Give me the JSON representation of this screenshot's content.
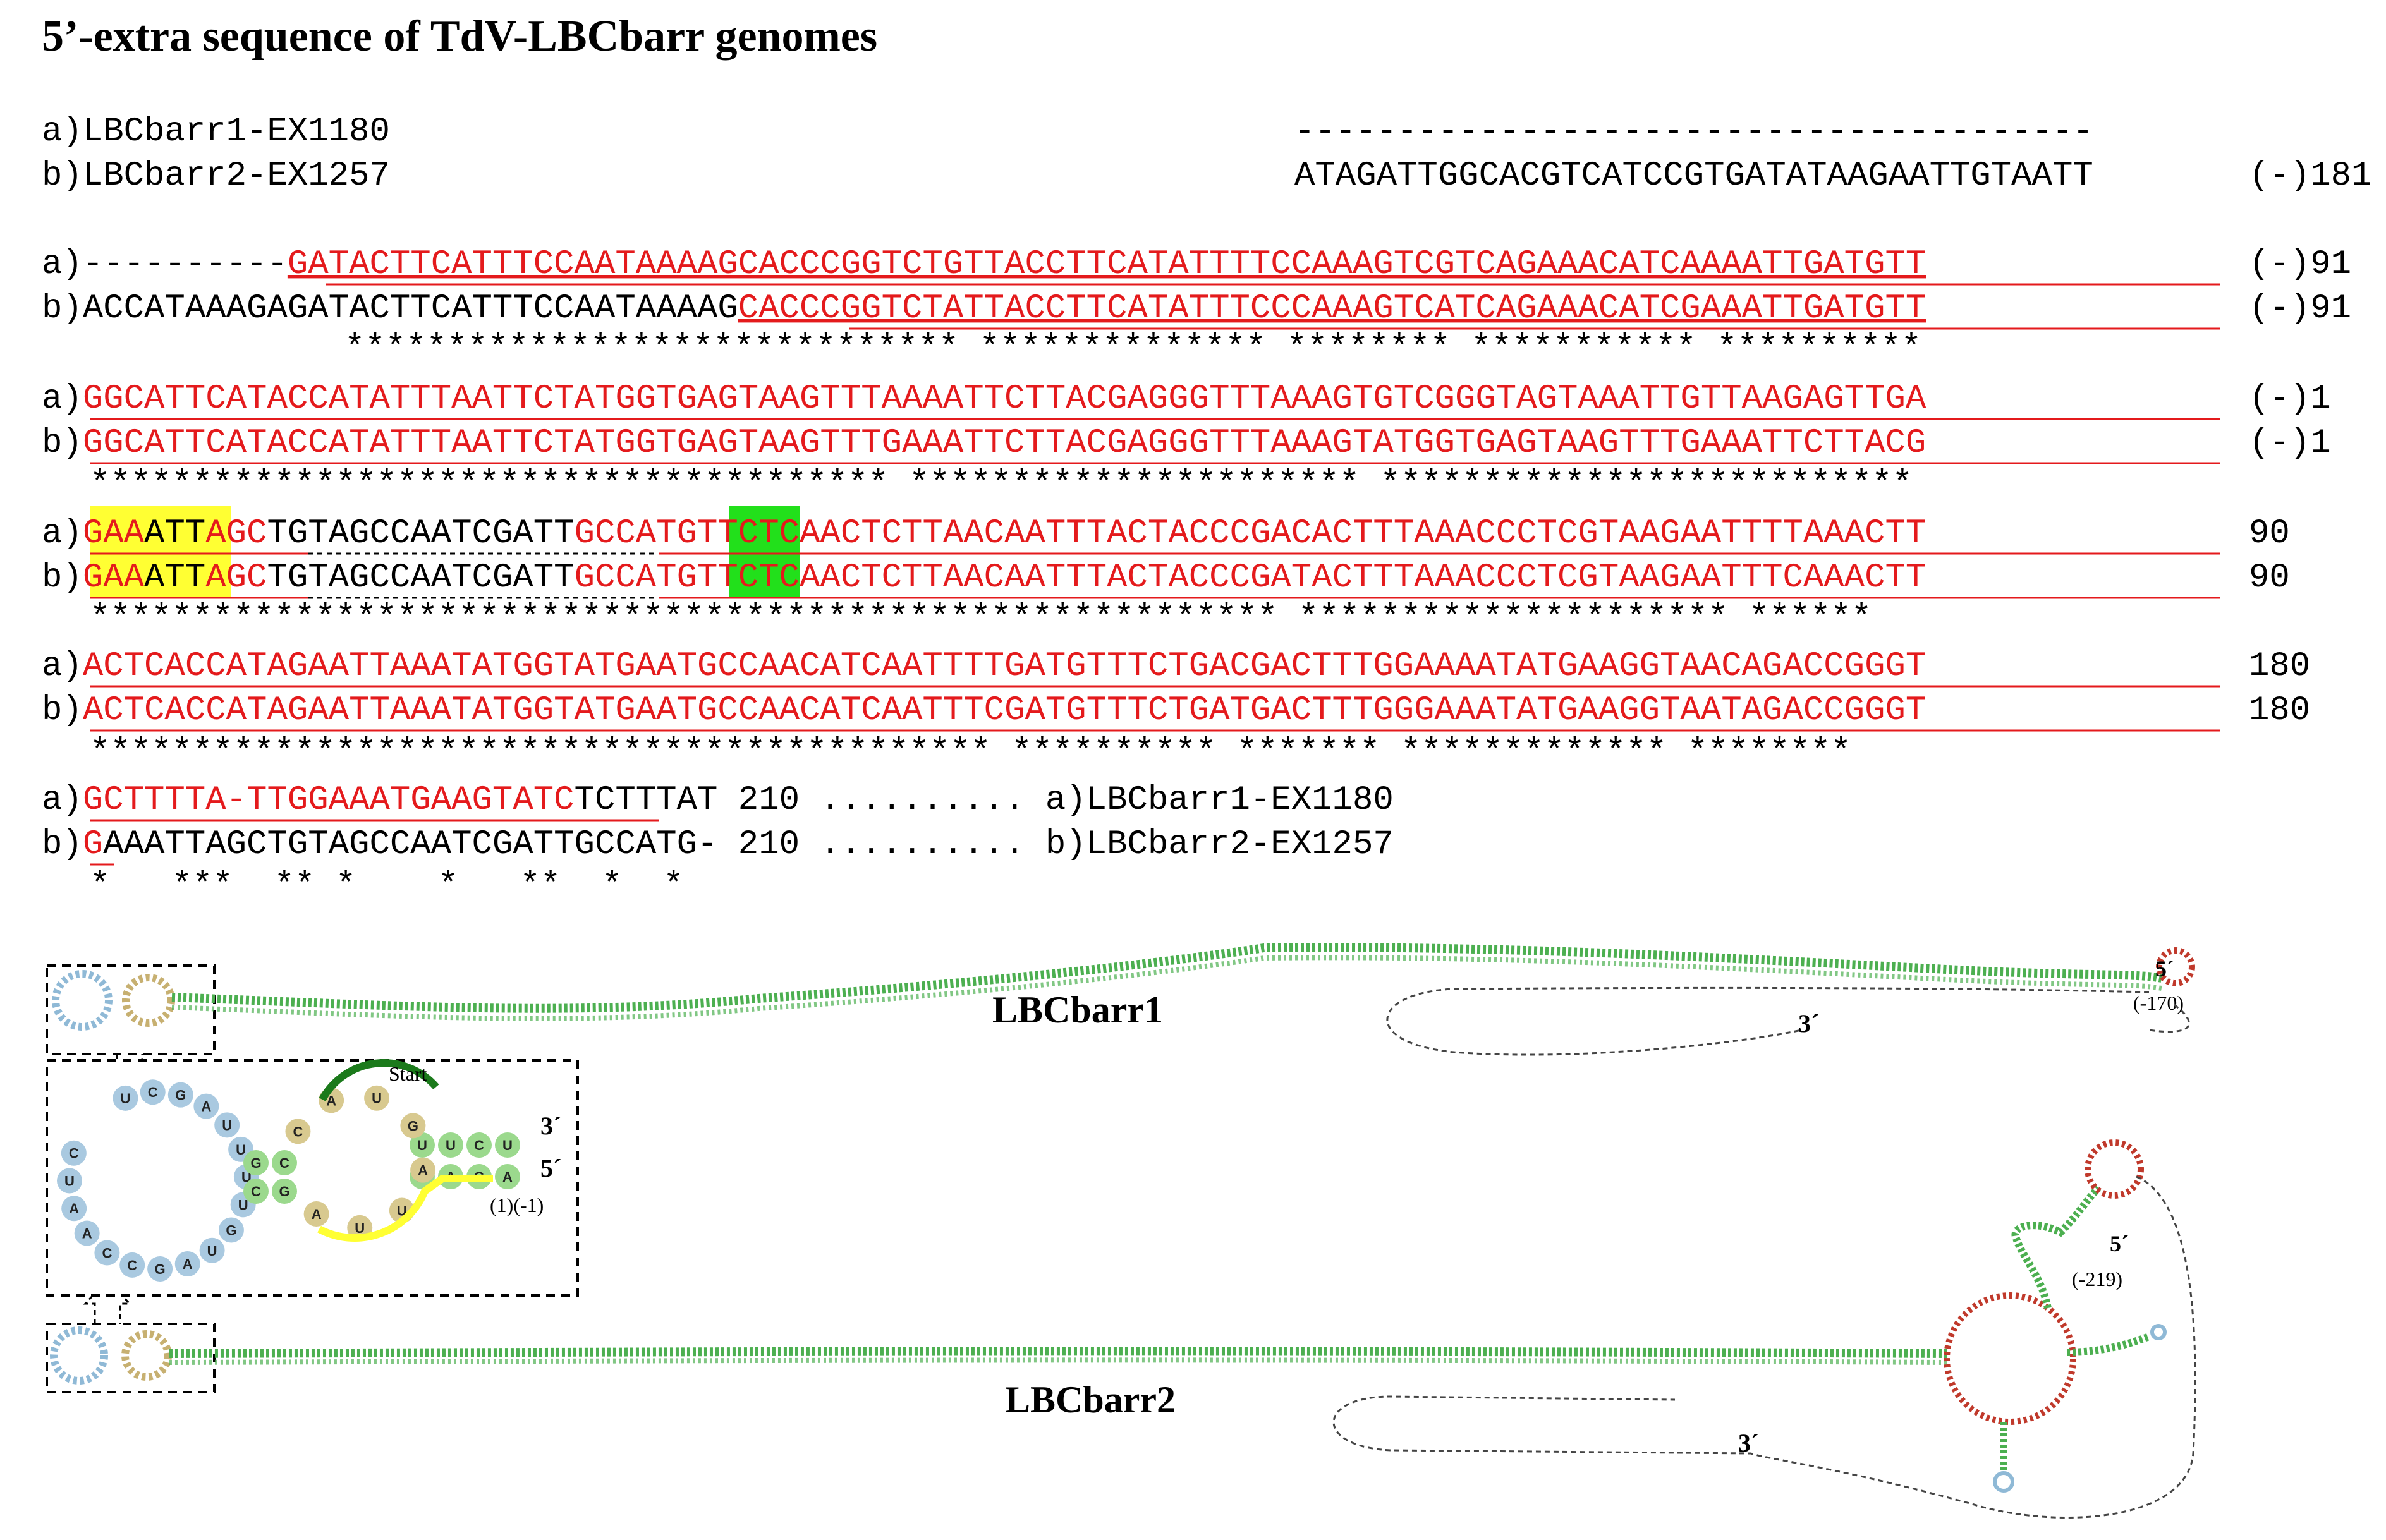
{
  "title": "5’-extra sequence of TdV-LBCbarr genomes",
  "colors": {
    "red": "#e41a1c",
    "yellow": "#ffff33",
    "green": "#22e01b",
    "stem_green": "#4caf50",
    "loop_blue": "#8fb9d6",
    "loop_tan": "#c7b071",
    "loop_red": "#c0392b",
    "start_arc": "#1b7a1b"
  },
  "alignment": {
    "block0": {
      "a_label": "a)LBCbarr1-EX1180",
      "b_label": "b)LBCbarr2-EX1257",
      "a_seq": "---------------------------------------",
      "b_seq": "ATAGATTGGCACGTCATCCGTGATATAAGAATTGTAATT",
      "b_pos": "(-)181"
    },
    "block1": {
      "a_prefix": "a)",
      "b_prefix": "b)",
      "a_plain": "----------",
      "a_red": "GATACTTCATTTCCAATAAAAGCACCCGGTCTGTTACCTTCATATTTTCCAAAGTCGTCAGAAACATCAAAATTGATGTT",
      "b_plain": "ACCATAAAGAGATACTTCATTTCCAATAAAAG",
      "b_red": "CACCCGGTCTATTACCTTCATATTTCCCAAAGTCATCAGAAACATCGAAATTGATGTT",
      "a_pos": "(-)91",
      "b_pos": "(-)91",
      "stars": "****************************** ************** ******** *********** **********"
    },
    "block2": {
      "a_prefix": "a)",
      "b_prefix": "b)",
      "a_red": "GGCATTCATACCATATTTAATTCTATGGTGAGTAAGTTTAAAATTCTTACGAGGGTTTAAAGTGTCGGGTAGTAAATTGTTAAGAGTTGA",
      "b_red": "GGCATTCATACCATATTTAATTCTATGGTGAGTAAGTTTGAAATTCTTACGAGGGTTTAAAGTATGGTGAGTAAGTTTGAAATTCTTACG",
      "a_pos": "(-)1",
      "b_pos": "(-)1",
      "stars": "*************************************** ********************** **************************"
    },
    "block3": {
      "a_prefix": "a)",
      "b_prefix": "b)",
      "seg_gaa": "GAA",
      "seg_att": "ATT",
      "seg_agc": "AGC",
      "seg_mid": "TGTAGCCAATCGATT",
      "seg_gcc": "GCC",
      "seg_atg": "ATG",
      "a_tail": "TTCTCAACTCTTAACAATTTACTACCCGACACTTTAAACCCTCGTAAGAATTTTAAACTT",
      "b_tail": "TTCTCAACTCTTAACAATTTACTACCCGATACTTTAAACCCTCGTAAGAATTTCAAACTT",
      "a_pos": "90",
      "b_pos": "90",
      "stars": "********************************************************** ********************* ******"
    },
    "block4": {
      "a_prefix": "a)",
      "b_prefix": "b)",
      "a_red": "ACTCACCATAGAATTAAATATGGTATGAATGCCAACATCAATTTTGATGTTTCTGACGACTTTGGAAAATATGAAGGTAACAGACCGGGT",
      "b_red": "ACTCACCATAGAATTAAATATGGTATGAATGCCAACATCAATTTCGATGTTTCTGATGACTTTGGGAAATATGAAGGTAATAGACCGGGT",
      "a_pos": "180",
      "b_pos": "180",
      "stars": "******************************************** ********** ******* ************* ********"
    },
    "block5": {
      "a_prefix": "a)",
      "b_prefix": "b)",
      "a_red": "GCTTTTA-TTGGAAATGAAGTATC",
      "a_plain": "TCTTTAT 210 .......... a)LBCbarr1-EX1180",
      "b_red": "G",
      "b_plain": "AAATTAGCTGTAGCCAATCGATTGCCATG- 210 .......... b)LBCbarr2-EX1257",
      "stars": "*   ***  ** *    *   **  *  *"
    }
  },
  "structures": {
    "lbc1_name": "LBCbarr1",
    "lbc2_name": "LBCbarr2",
    "lbc1_5prime": "5´",
    "lbc1_pos": "(-170)",
    "lbc1_3prime": "3´",
    "lbc2_5prime": "5´",
    "lbc2_pos": "(-219)",
    "lbc2_3prime": "3´"
  },
  "inset": {
    "start_label": "Start",
    "three_prime": "3´",
    "five_prime": "5´",
    "pos_label": "(1)(-1)",
    "left_loop": [
      "U",
      "C",
      "G",
      "A",
      "U",
      "U",
      "U",
      "U",
      "G",
      "U",
      "A",
      "G",
      "C",
      "C",
      "A",
      "A",
      "U",
      "C"
    ],
    "left_stem_top": [
      "G",
      "C"
    ],
    "left_stem_bottom": [
      "C",
      "G"
    ],
    "right_loop": [
      "C",
      "A",
      "U",
      "G",
      "A",
      "U",
      "U",
      "A"
    ],
    "right_stem_top": [
      "U",
      "U",
      "C",
      "U"
    ],
    "right_stem_bottom": [
      "A",
      "A",
      "G",
      "A"
    ]
  }
}
